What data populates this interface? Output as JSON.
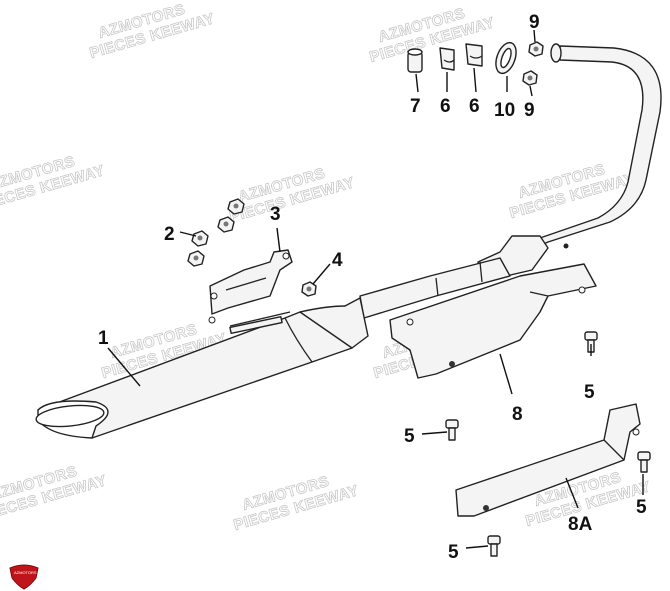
{
  "watermark": {
    "line1": "AZMOTORS",
    "line2": "PIECES KEEWAY"
  },
  "callouts": {
    "c1": "1",
    "c2": "2",
    "c3": "3",
    "c4": "4",
    "c5a": "5",
    "c5b": "5",
    "c5c": "5",
    "c5d": "5",
    "c6a": "6",
    "c6b": "6",
    "c7": "7",
    "c8": "8",
    "c8a": "8A",
    "c9a": "9",
    "c9b": "9",
    "c10": "10"
  },
  "logo": {
    "text": "AZMOTORS",
    "color": "#c0141b"
  }
}
